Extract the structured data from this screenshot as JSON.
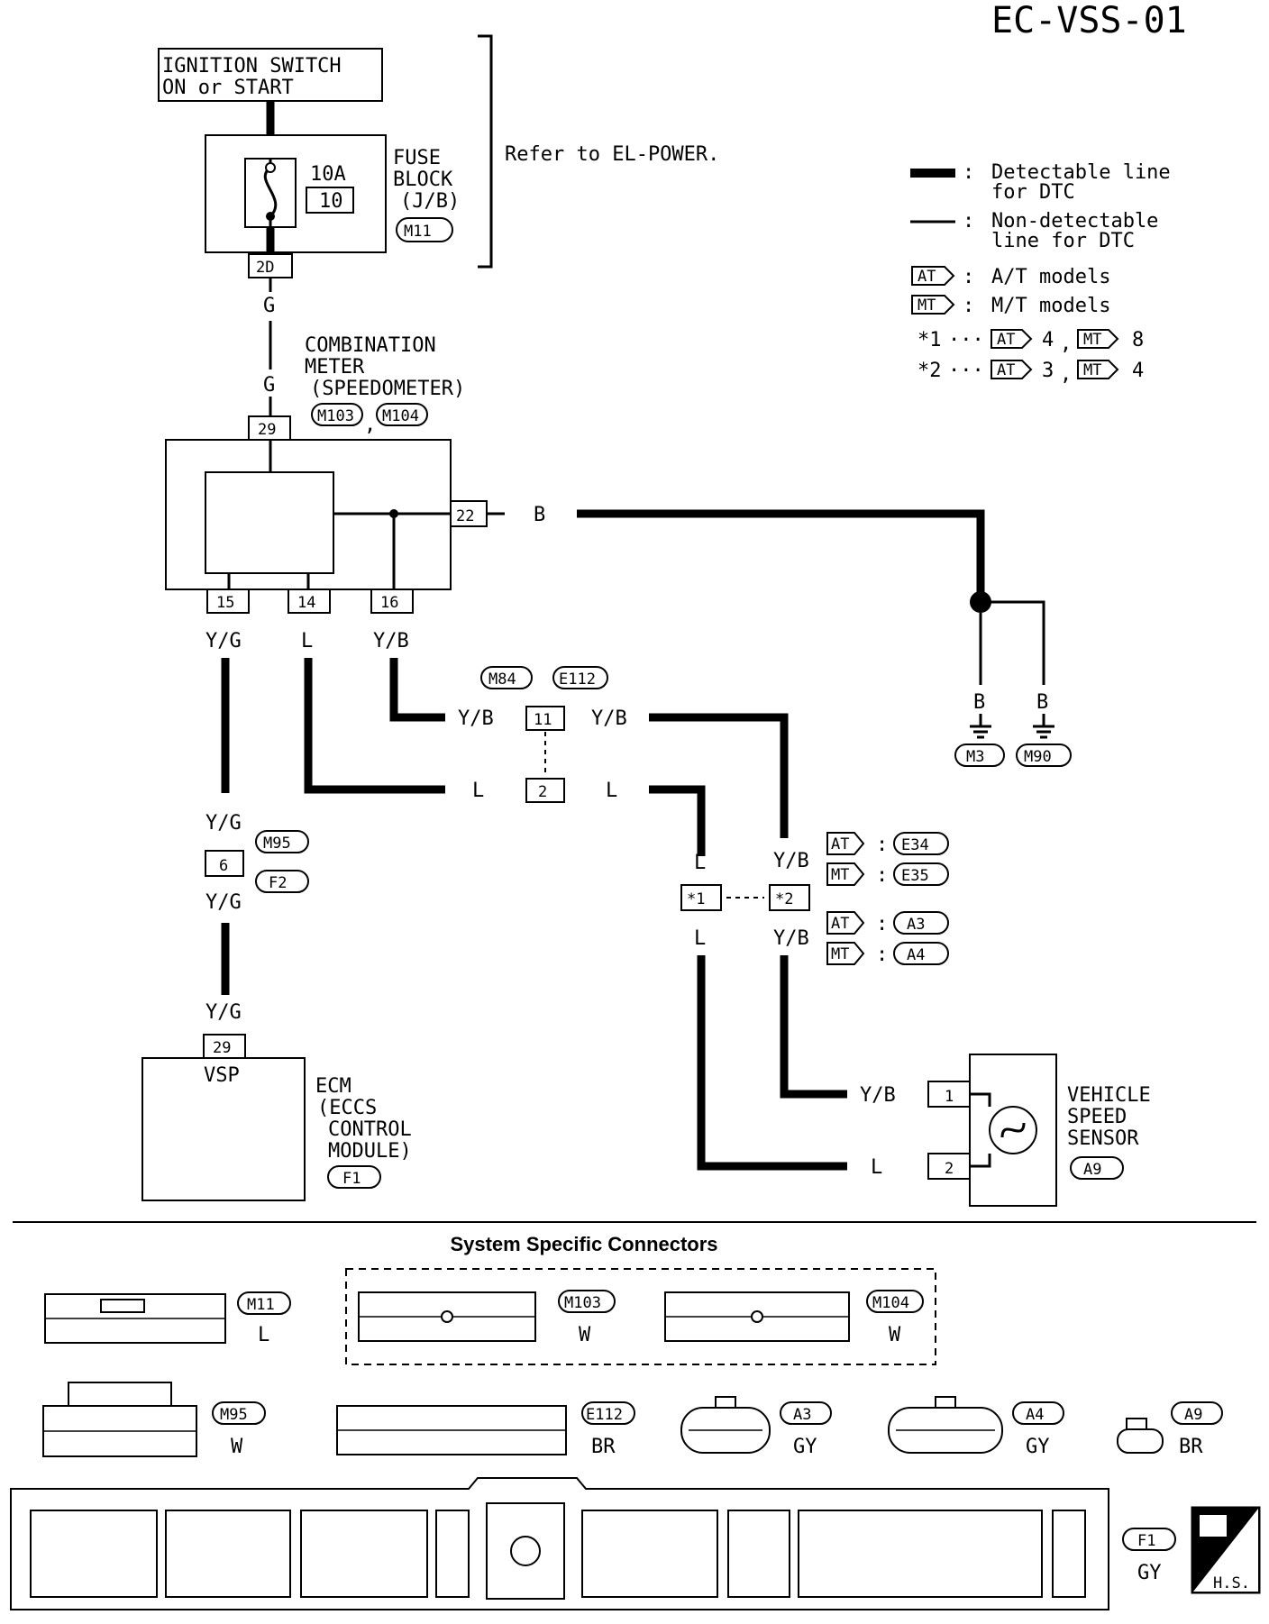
{
  "page_id": "EC-VSS-01",
  "ignition": {
    "line1": "IGNITION SWITCH",
    "line2": "ON or START"
  },
  "power_ref": "Refer to EL-POWER.",
  "fuse": {
    "amps": "10A",
    "num": "10",
    "label1": "FUSE",
    "label2": "BLOCK",
    "label3": "(J/B)",
    "conn": "M11",
    "out_pin": "2D"
  },
  "meter": {
    "label1": "COMBINATION",
    "label2": "METER",
    "label3": "(SPEEDOMETER)",
    "conn1": "M103",
    "conn2": "M104",
    "pin_in": "29",
    "pin_gnd": "22",
    "pin15": "15",
    "pin14": "14",
    "pin16": "16"
  },
  "wires": {
    "g": "G",
    "b": "B",
    "yg": "Y/G",
    "l": "L",
    "yb": "Y/B"
  },
  "legend": {
    "detectable1": "Detectable line",
    "detectable2": "for DTC",
    "nondet1": "Non-detectable",
    "nondet2": "line for DTC",
    "at_tag": "AT",
    "at_text": "A/T models",
    "mt_tag": "MT",
    "mt_text": "M/T models",
    "star1": "*1",
    "star2": "*2",
    "dots": "···",
    "s1_at": "4",
    "s1_mt": "8",
    "s2_at": "3",
    "s2_mt": "4",
    "comma": ","
  },
  "joints": {
    "m84": "M84",
    "e112": "E112",
    "p11": "11",
    "p2": "2",
    "m95": "M95",
    "f2": "F2",
    "p6": "6",
    "s1": "*1",
    "s2": "*2",
    "e34": "E34",
    "e35": "E35",
    "a3": "A3",
    "a4": "A4"
  },
  "grounds": {
    "m3": "M3",
    "m90": "M90"
  },
  "ecm": {
    "pin": "29",
    "vsp": "VSP",
    "l1": "ECM",
    "l2": "(ECCS",
    "l3": "CONTROL",
    "l4": "MODULE)",
    "conn": "F1"
  },
  "sensor": {
    "l1": "VEHICLE",
    "l2": "SPEED",
    "l3": "SENSOR",
    "conn": "A9",
    "p1": "1",
    "p2": "2"
  },
  "connectors_title": "System Specific Connectors",
  "conn_labels": {
    "m11": "M11",
    "m11c": "L",
    "m103": "M103",
    "m103c": "W",
    "m104": "M104",
    "m104c": "W",
    "m95": "M95",
    "m95c": "W",
    "e112": "E112",
    "e112c": "BR",
    "a3": "A3",
    "a3c": "GY",
    "a4": "A4",
    "a4c": "GY",
    "a9": "A9",
    "a9c": "BR",
    "f1": "F1",
    "f1c": "GY",
    "hs": "H.S."
  }
}
